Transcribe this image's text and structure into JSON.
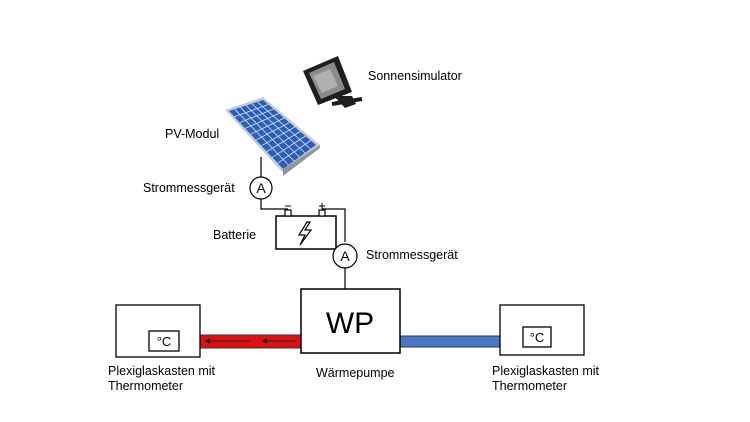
{
  "labels": {
    "sun_simulator": "Sonnensimulator",
    "pv_module": "PV-Modul",
    "current_meter_1": "Strommessgerät",
    "battery": "Batterie",
    "current_meter_2": "Strommessgerät",
    "heat_pump_label": "Wärmepumpe",
    "box_left": "Plexiglaskasten mit Thermometer",
    "box_right": "Plexiglaskasten mit Thermometer"
  },
  "symbols": {
    "ammeter": "A",
    "heat_pump": "WP",
    "thermometer_unit": "°C",
    "bolt": "⚡"
  },
  "colors": {
    "hot_pipe": "#e01010",
    "cold_pipe": "#4a78c8",
    "panel_cell": "#2b5fb8",
    "panel_frame": "#c8ccd2",
    "lamp_body": "#1e1e1e",
    "lamp_glass": "#8a8a8a"
  },
  "icons": [
    "sun-simulator-lamp-icon",
    "solar-panel-icon",
    "battery-icon",
    "lightning-bolt-icon",
    "ammeter-icon",
    "thermometer-icon"
  ]
}
